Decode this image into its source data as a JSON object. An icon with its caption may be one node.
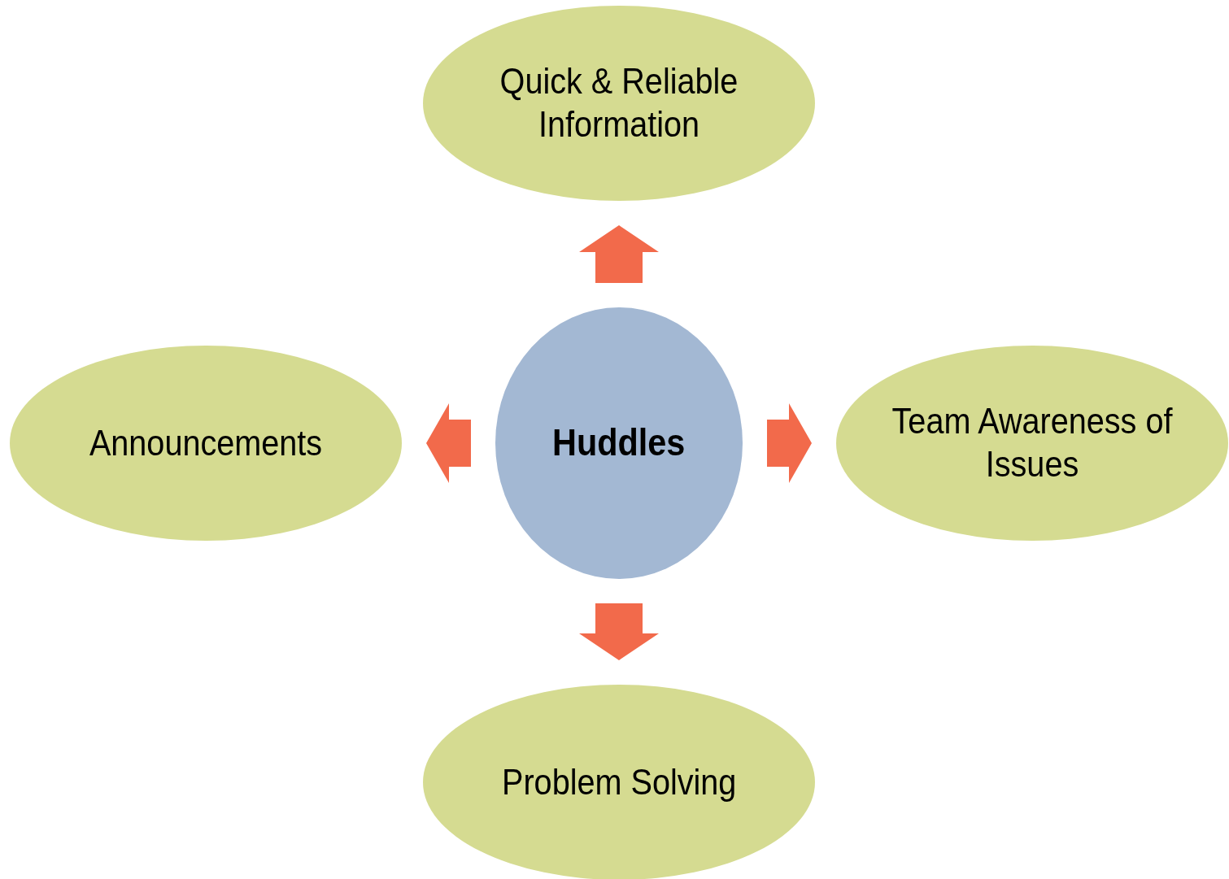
{
  "diagram": {
    "nodes": [
      {
        "text": [
          "Quick & Reliable Information"
        ]
      },
      {
        "text": [
          "Announcements"
        ]
      },
      {
        "text": [
          "Huddles"
        ]
      },
      {
        "text": [
          "Team Awareness of Issues"
        ]
      },
      {
        "text": [
          "Problem Solving"
        ]
      }
    ],
    "edges": [
      {
        "from": 2,
        "to": 0,
        "arrow": "to"
      },
      {
        "from": 2,
        "to": 1,
        "arrow": "to"
      },
      {
        "from": 2,
        "to": 3,
        "arrow": "to"
      },
      {
        "from": 2,
        "to": 4,
        "arrow": "to"
      }
    ]
  }
}
